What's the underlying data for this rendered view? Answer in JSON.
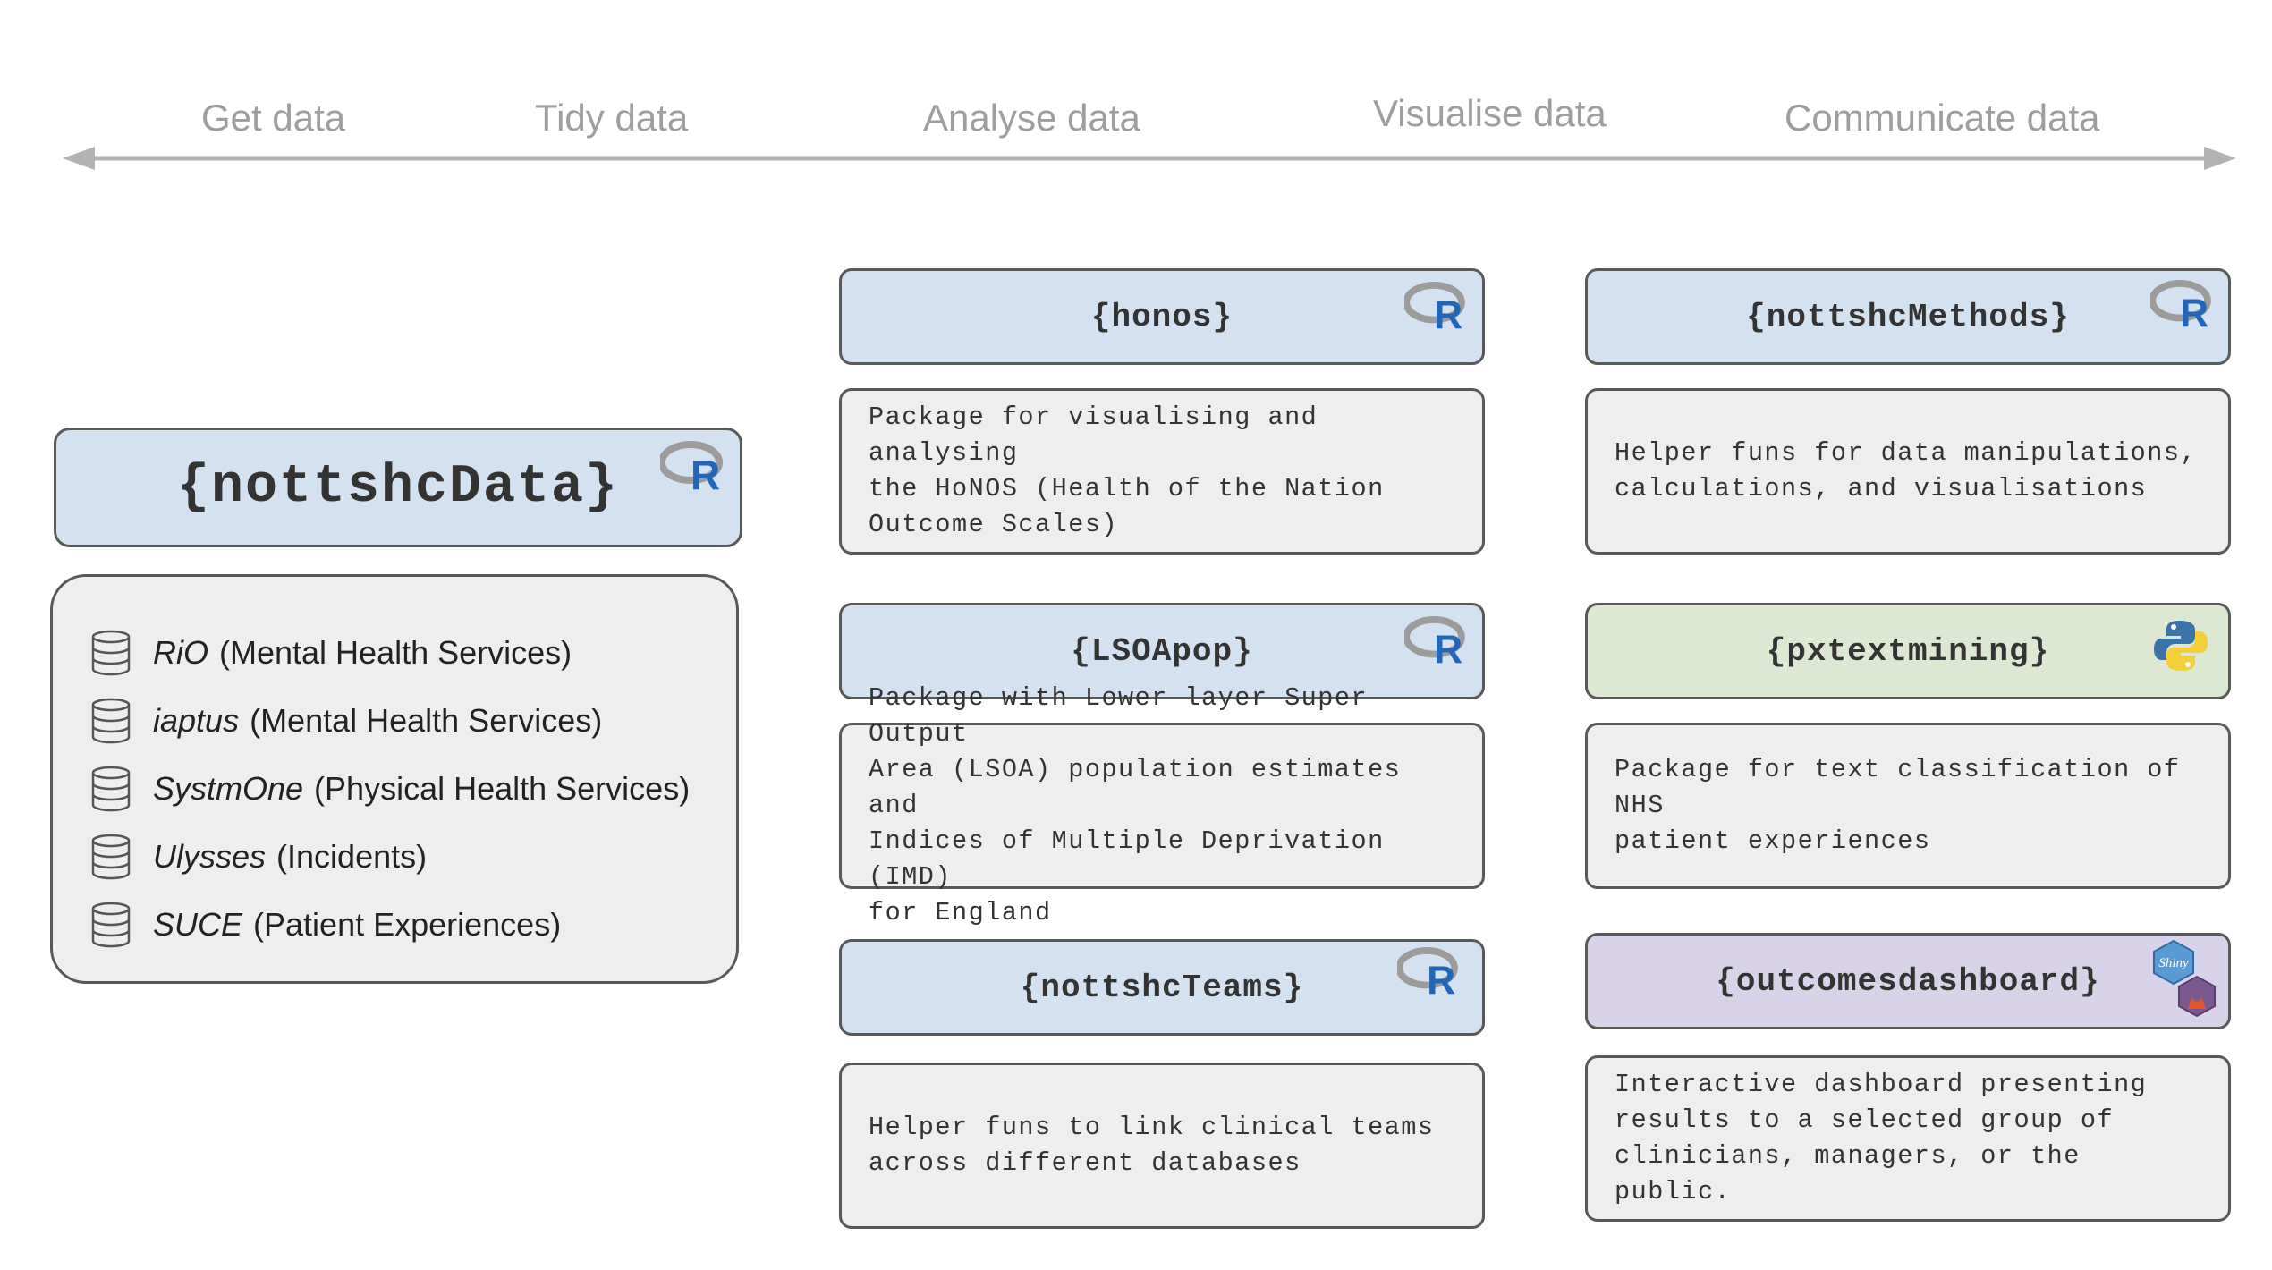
{
  "stages": [
    "Get data",
    "Tidy data",
    "Analyse data",
    "Visualise data",
    "Communicate data"
  ],
  "main_package": {
    "name": "{nottshcData}",
    "logo_icon": "r-logo-icon",
    "sources": [
      {
        "name": "RiO",
        "detail": "(Mental Health Services)",
        "icon": "database-icon"
      },
      {
        "name": "iaptus",
        "detail": "(Mental Health Services)",
        "icon": "database-icon"
      },
      {
        "name": "SystmOne",
        "detail": "(Physical Health Services)",
        "icon": "database-icon"
      },
      {
        "name": "Ulysses",
        "detail": "(Incidents)",
        "icon": "database-icon"
      },
      {
        "name": "SUCE",
        "detail": "(Patient Experiences)",
        "icon": "database-icon"
      }
    ]
  },
  "packages": [
    {
      "name": "{honos}",
      "logo_icon": "r-logo-icon",
      "color": "#d4e1f0",
      "description": [
        "Package for visualising and analysing",
        "the HoNOS (Health of the Nation",
        "Outcome Scales)"
      ]
    },
    {
      "name": "{LSOApop}",
      "logo_icon": "r-logo-icon",
      "color": "#d4e1f0",
      "description": [
        "Package with Lower layer Super Output",
        "Area (LSOA) population estimates and",
        "Indices of Multiple Deprivation (IMD)",
        "for England"
      ]
    },
    {
      "name": "{nottshcTeams}",
      "logo_icon": "r-logo-icon",
      "color": "#d4e1f0",
      "description": [
        "Helper funs to link clinical teams",
        "across different databases"
      ]
    },
    {
      "name": "{nottshcMethods}",
      "logo_icon": "r-logo-icon",
      "color": "#d4e1f0",
      "description": [
        "Helper funs for data manipulations,",
        "calculations, and visualisations"
      ]
    },
    {
      "name": "{pxtextmining}",
      "logo_icon": "python-logo-icon",
      "color": "#dce8d2",
      "description": [
        "Package for text classification of NHS",
        "patient experiences"
      ]
    },
    {
      "name": "{outcomesdashboard}",
      "logo_icon": "shiny-golem-logo-icon",
      "color": "#d8d3e8",
      "description": [
        "Interactive dashboard presenting",
        "results to a selected group of",
        "clinicians, managers, or the public."
      ]
    }
  ]
}
